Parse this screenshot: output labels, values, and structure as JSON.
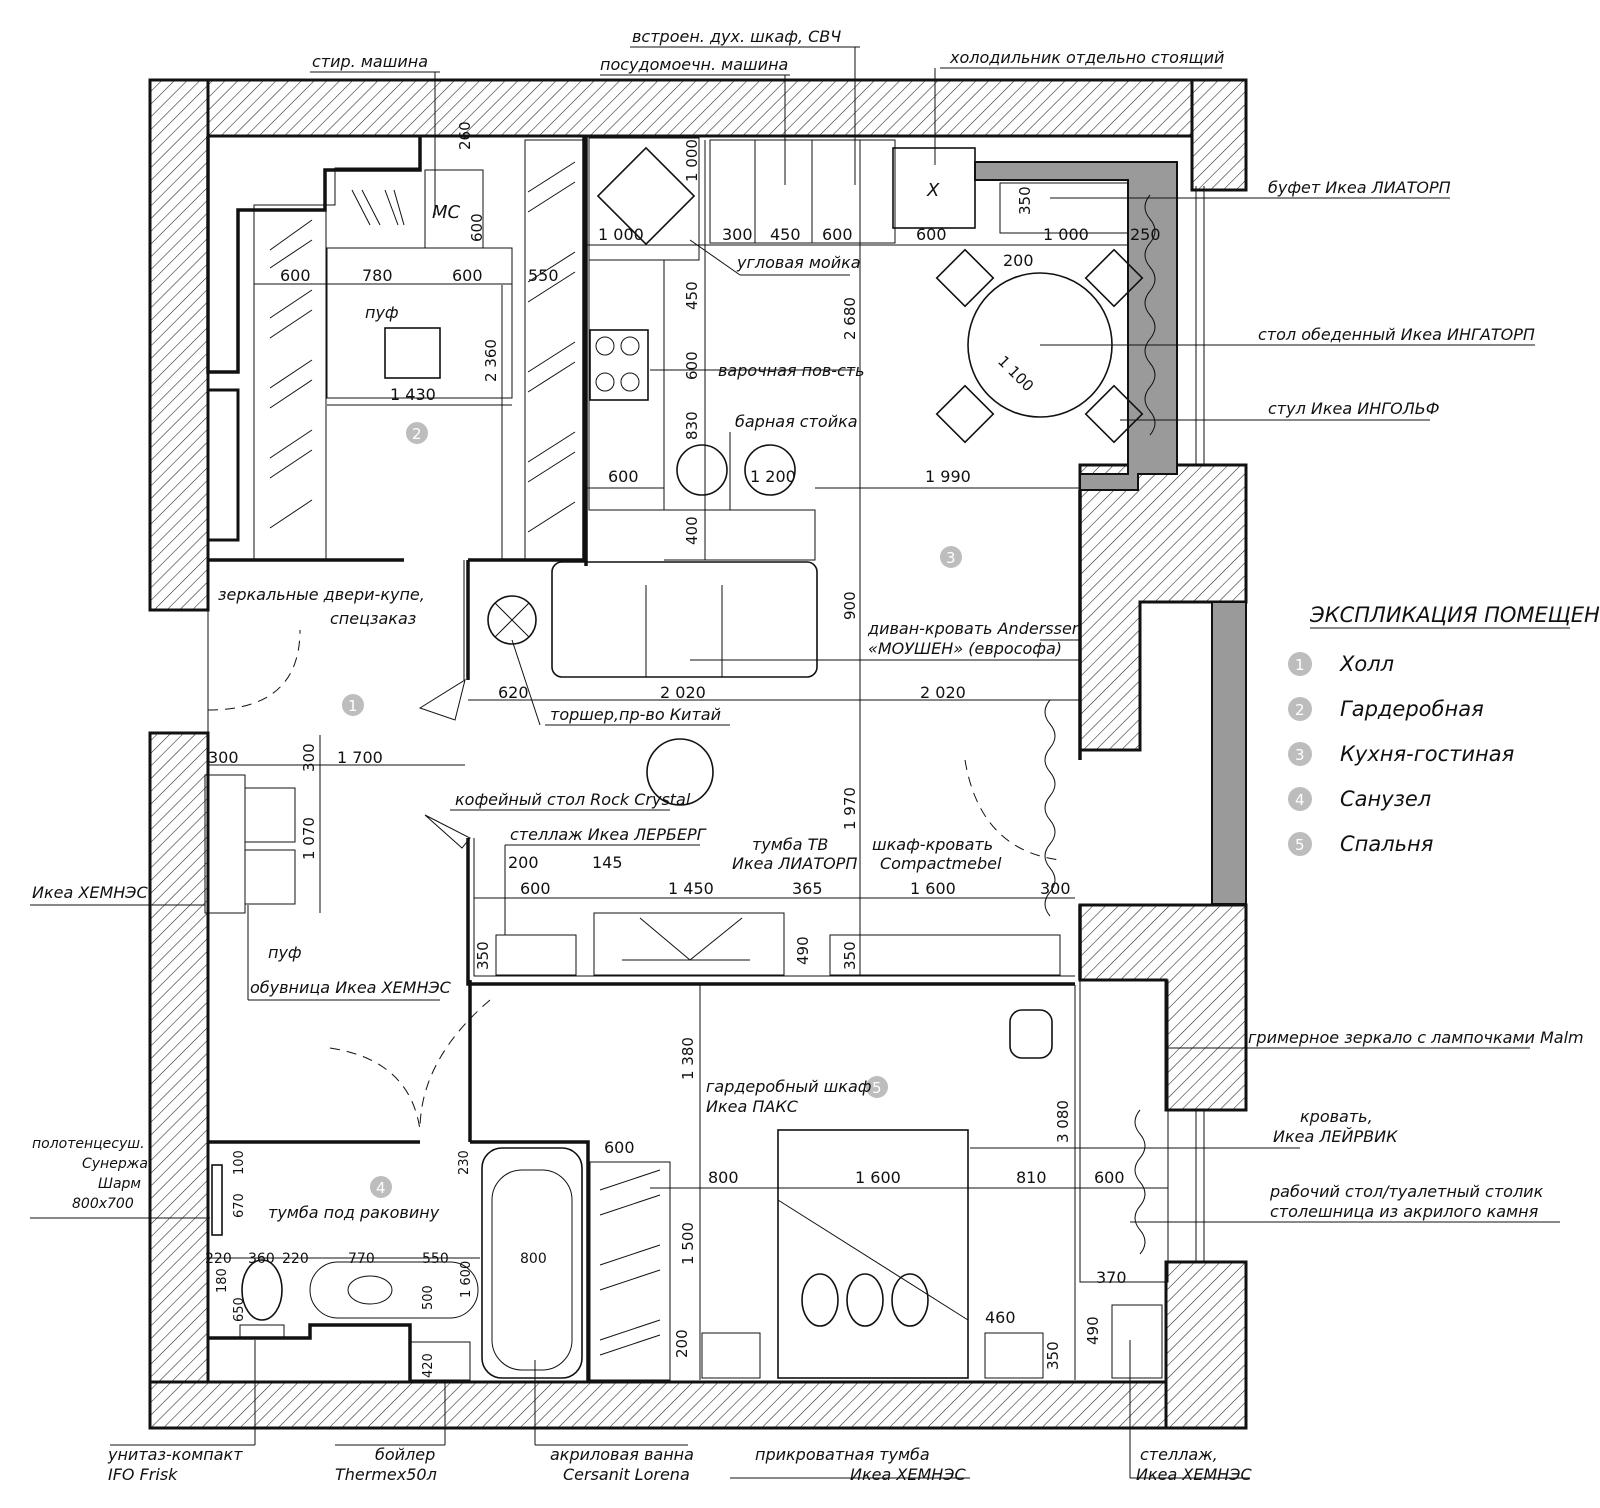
{
  "legend": {
    "title": "ЭКСПЛИКАЦИЯ ПОМЕЩЕНИЙ",
    "items": [
      {
        "num": "1",
        "name": "Холл"
      },
      {
        "num": "2",
        "name": "Гардеробная"
      },
      {
        "num": "3",
        "name": "Кухня-гостиная"
      },
      {
        "num": "4",
        "name": "Санузел"
      },
      {
        "num": "5",
        "name": "Спальня"
      }
    ]
  },
  "room_markers": [
    "1",
    "2",
    "3",
    "4",
    "5"
  ],
  "labels": {
    "washing_machine": "стир. машина",
    "oven_microwave": "встроен. дух. шкаф, СВЧ",
    "dishwasher": "посудомоечн. машина",
    "fridge": "холодильник отдельно стоящий",
    "buffet": "буфет Икеа ЛИАТОРП",
    "corner_sink": "угловая мойка",
    "hob": "варочная пов-сть",
    "bar": "барная стойка",
    "dining_table": "стол обеденный Икеа ИНГАТОРП",
    "chair": "стул Икеа ИНГОЛЬФ",
    "pouf_top": "пуф",
    "mirror_doors_1": "зеркальные двери-купе,",
    "mirror_doors_2": "спецзаказ",
    "sofa_1": "диван-кровать Anderssen",
    "sofa_2": "«МОУШЕН» (еврософа)",
    "floor_lamp": "торшер,пр-во Китай",
    "coffee_table": "кофейный стол Rock Crystal",
    "shelf_lerberg": "стеллаж Икеа ЛЕРБЕРГ",
    "tv_1": "тумба ТВ",
    "tv_2": "Икеа ЛИАТОРП",
    "wallbed_1": "шкаф-кровать",
    "wallbed_2": "Compactmebel",
    "hemnes": "Икеа ХЕМНЭС",
    "pouf_bottom": "пуф",
    "shoe_cabinet": "обувница Икеа ХЕМНЭС",
    "towel_1": "полотенцесуш.",
    "towel_2": "Сунержа",
    "towel_3": "Шарм",
    "towel_4": "800х700",
    "vanity": "тумба под раковину",
    "wardrobe_1": "гардеробный шкаф",
    "wardrobe_2": "Икеа ПАКС",
    "makeup_mirror": "гримерное зеркало с лампочками Malm",
    "bed_1": "кровать,",
    "bed_2": "Икеа ЛЕЙРВИК",
    "desk_1": "рабочий стол/туалетный столик",
    "desk_2": "столешница из акрилого камня",
    "toilet_1": "унитаз-компакт",
    "toilet_2": "IFO Frisk",
    "boiler_1": "бойлер",
    "boiler_2": "Thermex50л",
    "bath_1": "акриловая ванна",
    "bath_2": "Cersanit Lorena",
    "nightstand_1": "прикроватная тумба",
    "nightstand_2": "Икеа ХЕМНЭС",
    "shelf_2_1": "стеллаж,",
    "shelf_2_2": "Икеа ХЕМНЭС",
    "mc": "МС",
    "fridge_x": "X"
  },
  "dims": {
    "d_260": "260",
    "d_600v_wm": "600",
    "d_1000v": "1 000",
    "d_1000h": "1 000",
    "d_300a": "300",
    "d_450a": "450",
    "d_600a": "600",
    "d_600fr": "600",
    "d_1000buf": "1 000",
    "d_250": "250",
    "d_350buf": "350",
    "d_200tab": "200",
    "d_600w": "600",
    "d_780": "780",
    "d_600w2": "600",
    "d_550w": "550",
    "d_1430": "1 430",
    "d_2360": "2 360",
    "d_450v": "450",
    "d_600hob": "600",
    "d_830": "830",
    "d_2680": "2 680",
    "d_1100": "1 100",
    "d_600bar": "600",
    "d_1200": "1 200",
    "d_1990": "1 990",
    "d_400": "400",
    "d_900": "900",
    "d_620": "620",
    "d_2020a": "2 020",
    "d_2020b": "2 020",
    "d_300h": "300",
    "d_300v": "300",
    "d_1700": "1 700",
    "d_1070": "1 070",
    "d_1970": "1 970",
    "d_200s": "200",
    "d_145": "145",
    "d_600s": "600",
    "d_1450": "1 450",
    "d_365": "365",
    "d_1600wb": "1 600",
    "d_300wb": "300",
    "d_350a": "350",
    "d_490a": "490",
    "d_350b": "350",
    "d_1380": "1 380",
    "d_600paks": "600",
    "d_800bed": "800",
    "d_1600bed": "1 600",
    "d_810": "810",
    "d_600desk": "600",
    "d_3080": "3 080",
    "d_1500": "1 500",
    "d_200paks": "200",
    "d_460": "460",
    "d_350c": "350",
    "d_490b": "490",
    "d_370": "370",
    "d_100": "100",
    "d_670": "670",
    "d_230": "230",
    "d_220a": "220",
    "d_360": "360",
    "d_220b": "220",
    "d_770": "770",
    "d_550b": "550",
    "d_800bath": "800",
    "d_180": "180",
    "d_650": "650",
    "d_500": "500",
    "d_1600b": "1 600",
    "d_420": "420"
  },
  "colors": {
    "wall": "#111111",
    "partition_fill": "#9a9a9a",
    "marker": "#bdbdbd"
  }
}
